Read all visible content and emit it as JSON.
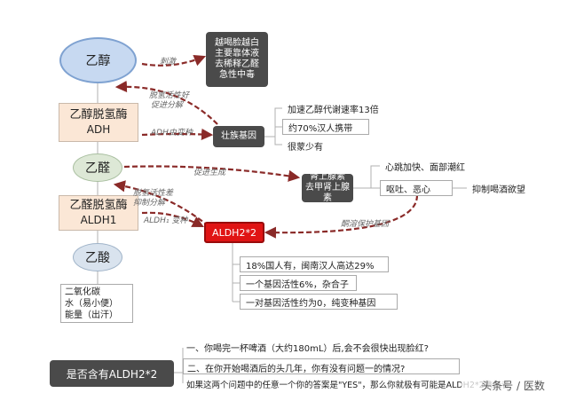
{
  "nodes": {
    "ethanol": "乙醇",
    "adh_name": "乙醇脱氢酶",
    "adh_code": "ADH",
    "acetaldehyde": "乙醛",
    "aldh_name": "乙醛脱氢酶",
    "aldh_code": "ALDH1",
    "acetic_acid": "乙酸",
    "products": [
      "二氧化碳",
      "水（易小便）",
      "能量（出汗）"
    ],
    "aldh2": "ALDH2*2",
    "strong_gene": "壮族基因",
    "adrenaline": [
      "肾上腺素",
      "去甲肾上腺素"
    ],
    "drunk_box": [
      "越喝脸越白",
      "主要靠体液",
      "去稀释乙醛",
      "急性中毒"
    ]
  },
  "strong_gene_items": [
    "加速乙醇代谢速率13倍",
    "约70%汉人携带",
    "很蒙少有"
  ],
  "adrenaline_effects": [
    "心跳加快、面部潮红",
    "呕吐、恶心",
    "抑制喝酒欲望"
  ],
  "aldh2_items": [
    "18%国人有，闽南汉人高达29%",
    "一个基因活性6%，杂合子",
    "一对基因活性约为0，纯变种基因"
  ],
  "edge_labels": {
    "e1": "刺激",
    "e2a": "脱氢活性好",
    "e2b": "促进分解",
    "e3": "ADH由变种",
    "e4": "促进生成",
    "e5a": "脱氢活性差",
    "e5b": "抑制分解",
    "e6": "ALDH₁ 变种",
    "e7": "酮溶保护基因"
  },
  "question_title": "是否含有ALDH2*2",
  "questions": [
    "一、你喝完一杯啤酒（大约180mL）后,会不会很快出现脸红?",
    "二、在你开始喝酒后的头几年，你有没有问题一的情况?",
    "如果这两个问题中的任意一个你的答案是\"YES\"，那么你就极有可能是ALDH2*2携带者"
  ],
  "watermark": "头条号 / 医数"
}
